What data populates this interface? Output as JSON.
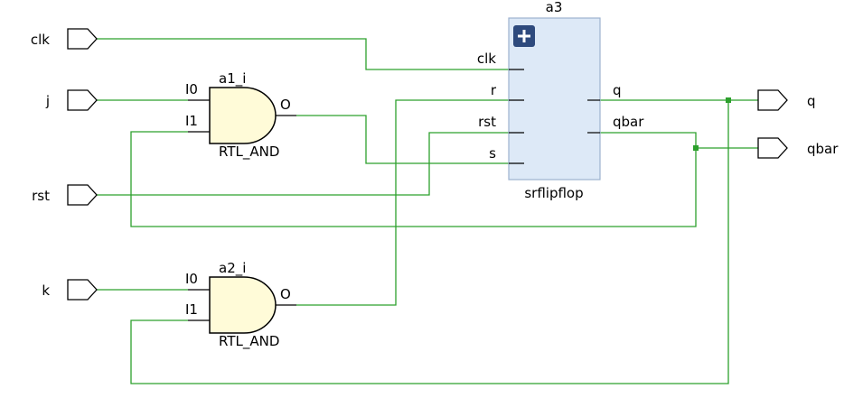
{
  "inputs": {
    "clk": "clk",
    "j": "j",
    "rst": "rst",
    "k": "k"
  },
  "outputs": {
    "q": "q",
    "qbar": "qbar"
  },
  "gate1": {
    "instance": "a1_i",
    "type": "RTL_AND",
    "in0": "I0",
    "in1": "I1",
    "out": "O"
  },
  "gate2": {
    "instance": "a2_i",
    "type": "RTL_AND",
    "in0": "I0",
    "in1": "I1",
    "out": "O"
  },
  "flipflop": {
    "instance": "a3",
    "module": "srflipflop",
    "pins": {
      "clk": "clk",
      "r": "r",
      "rst": "rst",
      "s": "s",
      "q": "q",
      "qbar": "qbar"
    },
    "expand_icon": "plus-icon"
  },
  "colors": {
    "wire": "#2ca02c",
    "gate_fill": "#fffbd8",
    "block_fill": "#dde9f7",
    "expand_button": "#2e4a7d"
  }
}
